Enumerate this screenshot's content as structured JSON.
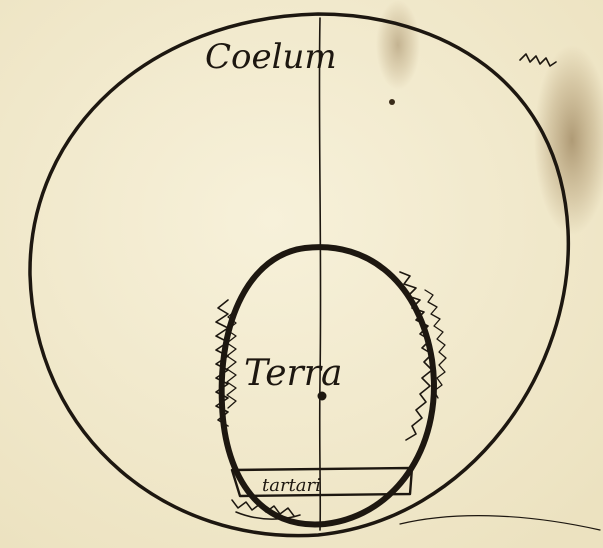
{
  "diagram": {
    "labels": {
      "outer_circle": "Coelum",
      "inner_circle": "Terra",
      "bottom_band": "tartari"
    },
    "colors": {
      "paper": "#f3ecd0",
      "ink": "#1d1710",
      "stain": "#7a5c32"
    }
  }
}
